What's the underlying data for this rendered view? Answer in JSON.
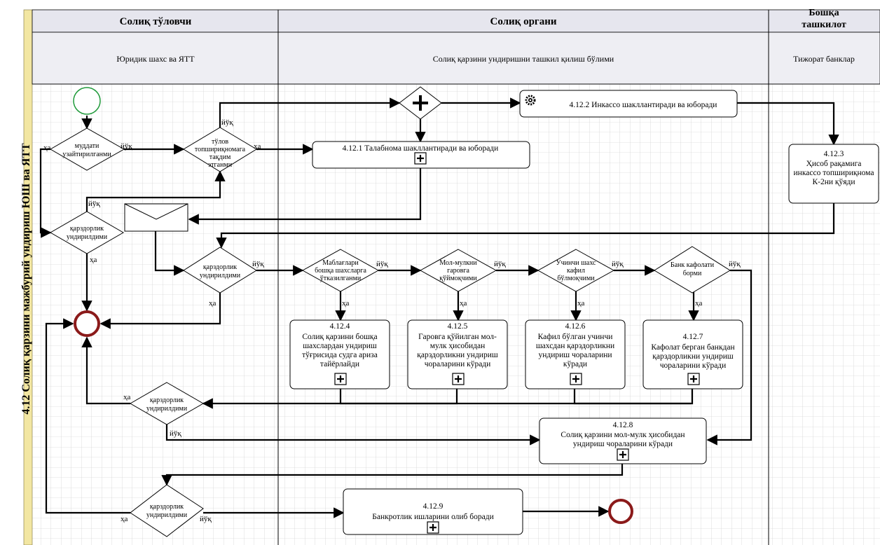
{
  "process_title": "4.12 Солиқ қарзини мажбурий ундириш ЮШ ва ЯТТ",
  "lanes": [
    {
      "header": "Солиқ тўловчи",
      "subheader": "Юридик шахс ва ЯТТ"
    },
    {
      "header": "Солиқ органи",
      "subheader": "Солиқ қарзини ундиришни ташкил қилиш бўлими"
    },
    {
      "header": "Бошқа ташкилот",
      "subheader": "Тижорат банклар"
    }
  ],
  "gateways": {
    "g1": "муддати узайтирилганми",
    "g2": "тўлов топшириқномага тақдим этганми",
    "g3": "қарздорлик ундирилдими",
    "g4": "қарздорлик ундирилдими",
    "g5": "Маблағлари бошқа шахсларга ўтказилганми",
    "g6": "Мол-мулкни гаровга қўймоқчими",
    "g7": "Учинчи шахс кафил бўлмоқчими",
    "g8": "Банк кафолати борми",
    "g9": "қарздорлик ундирилдими",
    "g10": "қарздорлик ундирилдими"
  },
  "tasks": {
    "t4121": "4.12.1 Талабнома шакллантиради ва юборади",
    "t4122": "4.12.2 Инкассо шакллантиради ва юборади",
    "t4123": {
      "num": "4.12.3",
      "text": "Ҳисоб рақамига инкассо топшириқнома К-2ни қўяди"
    },
    "t4124": {
      "num": "4.12.4",
      "text": "Солиқ қарзини бошқа шахслардан ундириш тўғрисида судга ариза тайёрлайди"
    },
    "t4125": {
      "num": "4.12.5",
      "text": "Гаровга қўйилган мол-мулк ҳисобидан қарздорликни ундириш чораларини кўради"
    },
    "t4126": {
      "num": "4.12.6",
      "text": "Кафил бўлган учинчи шахсдан қарздорликни ундириш чораларини кўради"
    },
    "t4127": {
      "num": "4.12.7",
      "text": "Кафолат берган банкдан қарздорликни ундириш чораларини кўради"
    },
    "t4128": {
      "num": "4.12.8",
      "text": "Солиқ қарзини мол-мулк ҳисобидан ундириш чораларини кўради"
    },
    "t4129": {
      "num": "4.12.9",
      "text": "Банкротлик ишларини олиб боради"
    }
  },
  "labels": {
    "yes": "ҳа",
    "no": "йўқ"
  }
}
